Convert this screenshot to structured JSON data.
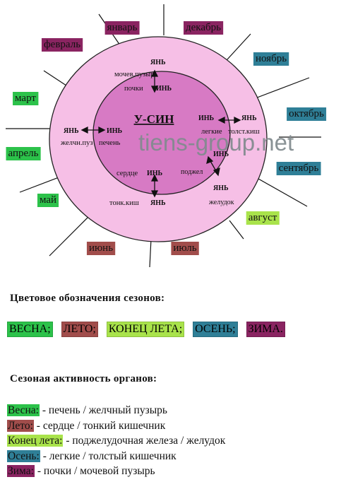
{
  "colors": {
    "spring": "#2cc24a",
    "summer": "#a14d4b",
    "late_summer": "#a9e34b",
    "autumn": "#2f7f97",
    "winter": "#8a2461",
    "outer_ring": "#f6bfe6",
    "inner_circle": "#d77ac4",
    "watermark": "#808a8d"
  },
  "center_label": "У-СИН",
  "watermark": "tiens-group.net",
  "months": [
    {
      "label": "январь",
      "season": "winter"
    },
    {
      "label": "декабрь",
      "season": "winter"
    },
    {
      "label": "февраль",
      "season": "winter"
    },
    {
      "label": "ноябрь",
      "season": "autumn"
    },
    {
      "label": "март",
      "season": "spring"
    },
    {
      "label": "октябрь",
      "season": "autumn"
    },
    {
      "label": "апрель",
      "season": "spring"
    },
    {
      "label": "сентябрь",
      "season": "autumn"
    },
    {
      "label": "май",
      "season": "spring"
    },
    {
      "label": "август",
      "season": "late_summer"
    },
    {
      "label": "июнь",
      "season": "summer"
    },
    {
      "label": "июль",
      "season": "summer"
    }
  ],
  "organ_labels": [
    {
      "text": "мочев.пузырь",
      "weight": "normal"
    },
    {
      "text": "ЯНЬ",
      "weight": "bold"
    },
    {
      "text": "почки",
      "weight": "normal"
    },
    {
      "text": "ИНЬ",
      "weight": "bold"
    },
    {
      "text": "ИНЬ",
      "weight": "bold"
    },
    {
      "text": "ЯНЬ",
      "weight": "bold"
    },
    {
      "text": "легкие",
      "weight": "normal"
    },
    {
      "text": "толст.киш",
      "weight": "normal"
    },
    {
      "text": "ЯНЬ",
      "weight": "bold"
    },
    {
      "text": "ИНЬ",
      "weight": "bold"
    },
    {
      "text": "желчн.пуз",
      "weight": "normal"
    },
    {
      "text": "печень",
      "weight": "normal"
    },
    {
      "text": "сердце",
      "weight": "normal"
    },
    {
      "text": "ИНЬ",
      "weight": "bold"
    },
    {
      "text": "поджел",
      "weight": "normal"
    },
    {
      "text": "ИНЬ",
      "weight": "bold"
    },
    {
      "text": "ЯНЬ",
      "weight": "bold"
    },
    {
      "text": "желудок",
      "weight": "normal"
    },
    {
      "text": "тонк.киш",
      "weight": "normal"
    },
    {
      "text": "ЯНЬ",
      "weight": "bold"
    }
  ],
  "legend_title": "Цветовое обозначения сезонов:",
  "legend": [
    {
      "label": "ВЕСНА;",
      "season": "spring"
    },
    {
      "label": "ЛЕТО;",
      "season": "summer"
    },
    {
      "label": "КОНЕЦ ЛЕТА;",
      "season": "late_summer"
    },
    {
      "label": "ОСЕНЬ;",
      "season": "autumn"
    },
    {
      "label": "ЗИМА.",
      "season": "winter"
    }
  ],
  "organs_title": "Сезоная активность органов:",
  "organs": [
    {
      "season_label": "Весна:",
      "season": "spring",
      "text": " - печень / желчный пузырь"
    },
    {
      "season_label": "Лето:",
      "season": "summer",
      "text": " - сердце / тонкий кишечник"
    },
    {
      "season_label": "Конец лета:",
      "season": "late_summer",
      "text": " - поджелудочная железа / желудок"
    },
    {
      "season_label": "Осень:",
      "season": "autumn",
      "text": " - легкие / толстый кишечник"
    },
    {
      "season_label": "Зима:",
      "season": "winter",
      "text": " - почки / мочевой пузырь"
    }
  ]
}
